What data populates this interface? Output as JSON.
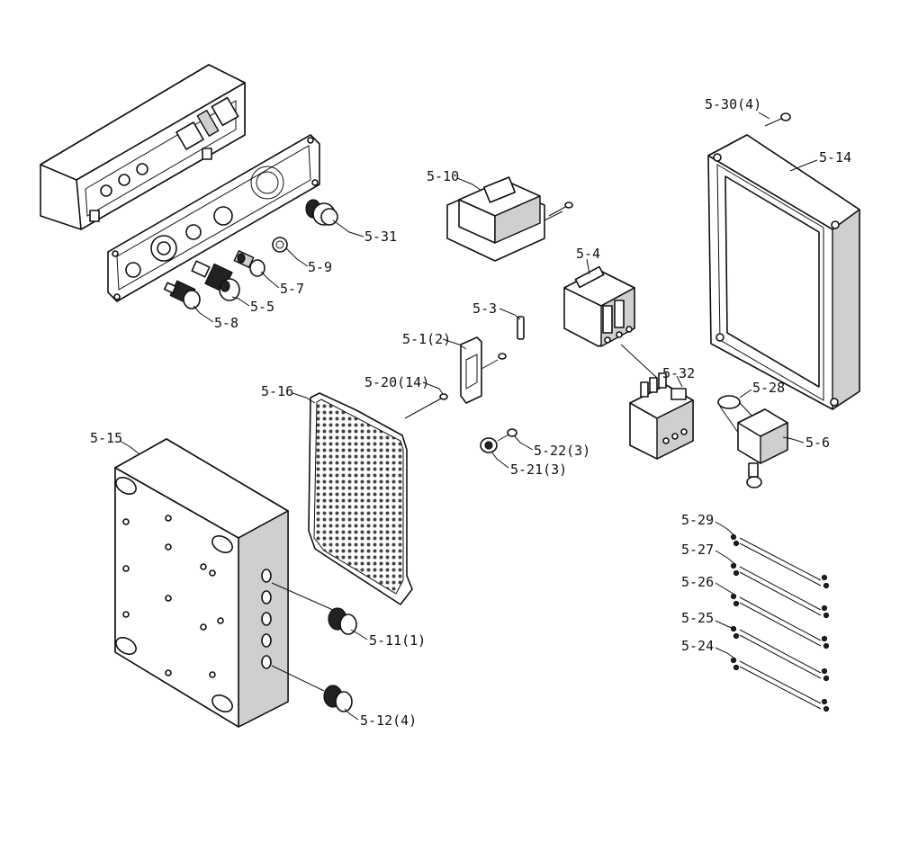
{
  "labels": {
    "p5_30": "5-30(4)",
    "p5_14": "5-14",
    "p5_10": "5-10",
    "p5_31": "5-31",
    "p5_4": "5-4",
    "p5_9": "5-9",
    "p5_7": "5-7",
    "p5_5": "5-5",
    "p5_8": "5-8",
    "p5_3": "5-3",
    "p5_1": "5-1(2)",
    "p5_20": "5-20(14)",
    "p5_32": "5-32",
    "p5_28": "5-28",
    "p5_16": "5-16",
    "p5_15": "5-15",
    "p5_6": "5-6",
    "p5_22": "5-22(3)",
    "p5_21": "5-21(3)",
    "p5_29": "5-29",
    "p5_27": "5-27",
    "p5_26": "5-26",
    "p5_11": "5-11(1)",
    "p5_25": "5-25",
    "p5_24": "5-24",
    "p5_12": "5-12(4)"
  }
}
